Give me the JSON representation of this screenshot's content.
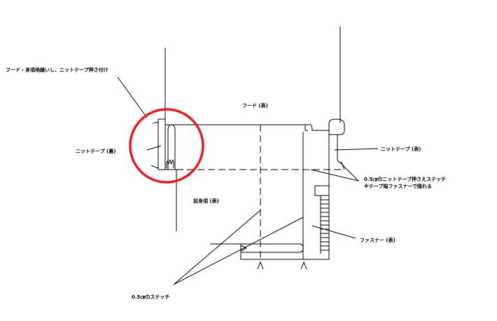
{
  "labels": {
    "hood_body_sewing": "フード・身頃地縫いし、ニットテープ押さ付け",
    "knit_tape_left": "ニットテープ (裏)",
    "hood_front": "フード (表)",
    "knit_tape_right": "ニットテープ (表)",
    "stitch_note_line1": "0.5㎝巾ニットテープ押さえステッチ",
    "stitch_note_line2": "※テープ端ファスナーで隠れる",
    "body_front": "前身頃 (表)",
    "zipper": "ファスナー (表)",
    "stitch_05": "0.5㎝巾ステッチ"
  },
  "colors": {
    "line": "#000000",
    "highlight_circle": "#e02020"
  }
}
